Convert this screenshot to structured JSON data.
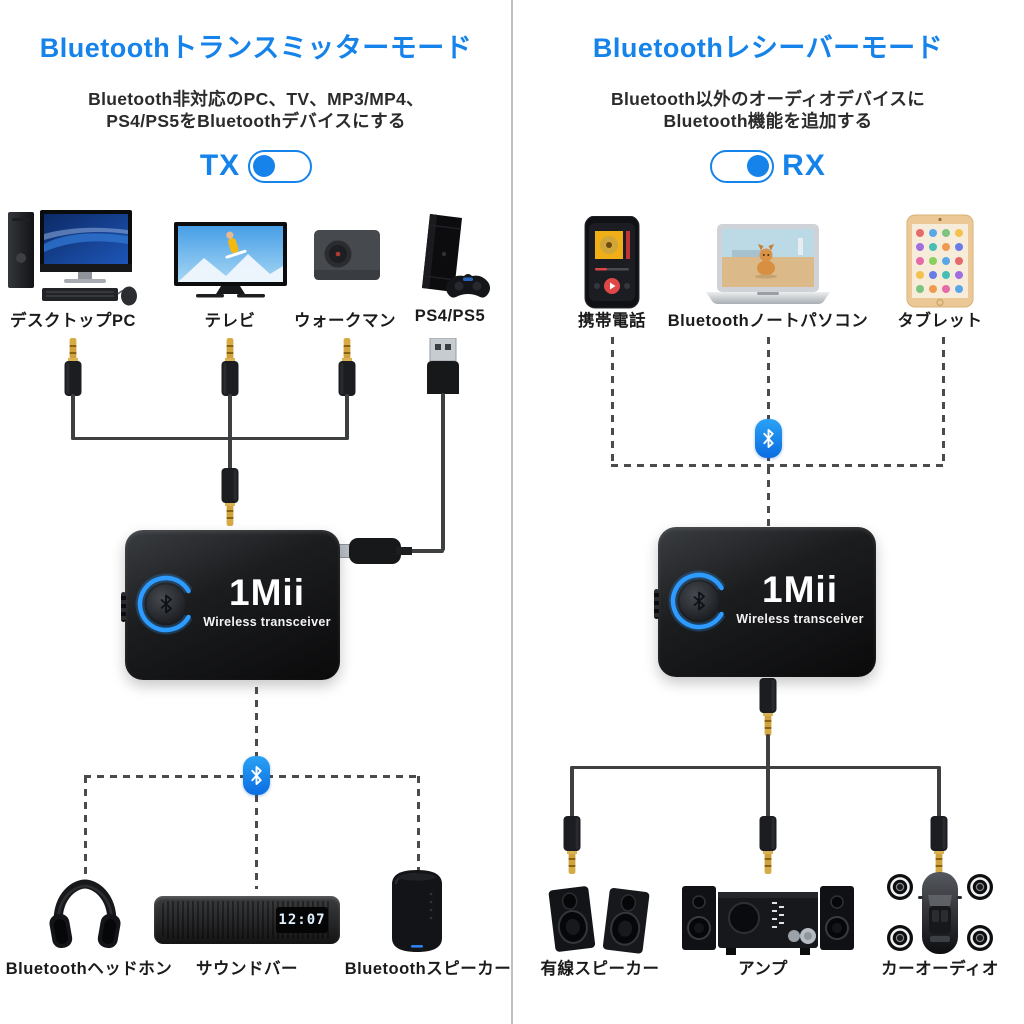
{
  "page": {
    "background": "#ffffff",
    "accent_blue": "#1583e9",
    "divider_color": "#9e9e9e",
    "dash_color": "#4b4b4b",
    "cable_color": "#3d3f41"
  },
  "left_panel": {
    "title": "Bluetoothトランスミッターモード",
    "subtitle": [
      "Bluetooth非対応のPC、TV、MP3/MP4、",
      "PS4/PS5をBluetoothデバイスにする"
    ],
    "mode": {
      "label": "TX",
      "switch_position": "left"
    },
    "sources": [
      {
        "label": "デスクトップPC",
        "icon": "desktop-pc-icon"
      },
      {
        "label": "テレビ",
        "icon": "tv-icon"
      },
      {
        "label": "ウォークマン",
        "icon": "walkman-icon"
      },
      {
        "label": "PS4/PS5",
        "icon": "ps4-icon"
      }
    ],
    "transceiver": {
      "brand": "1Mii",
      "tagline": "Wireless transceiver",
      "icon": "bluetooth-button-icon"
    },
    "wireless_link_icon": "bluetooth-icon",
    "sinks": [
      {
        "label": "Bluetoothヘッドホン",
        "icon": "headphones-icon"
      },
      {
        "label": "サウンドバー",
        "icon": "soundbar-icon",
        "clock": "12:07"
      },
      {
        "label": "Bluetoothスピーカー",
        "icon": "bt-speaker-icon"
      }
    ]
  },
  "right_panel": {
    "title": "Bluetoothレシーバーモード",
    "subtitle": [
      "Bluetooth以外のオーディオデバイスに",
      "Bluetooth機能を追加する"
    ],
    "mode": {
      "label": "RX",
      "switch_position": "right"
    },
    "sources": [
      {
        "label": "携帯電話",
        "icon": "smartphone-icon"
      },
      {
        "label": "Bluetoothノートパソコン",
        "icon": "laptop-icon"
      },
      {
        "label": "タブレット",
        "icon": "tablet-icon"
      }
    ],
    "transceiver": {
      "brand": "1Mii",
      "tagline": "Wireless transceiver",
      "icon": "bluetooth-button-icon"
    },
    "wireless_link_icon": "bluetooth-icon",
    "sinks": [
      {
        "label": "有線スピーカー",
        "icon": "wired-speakers-icon"
      },
      {
        "label": "アンプ",
        "icon": "amplifier-icon"
      },
      {
        "label": "カーオーディオ",
        "icon": "car-audio-icon"
      }
    ]
  }
}
